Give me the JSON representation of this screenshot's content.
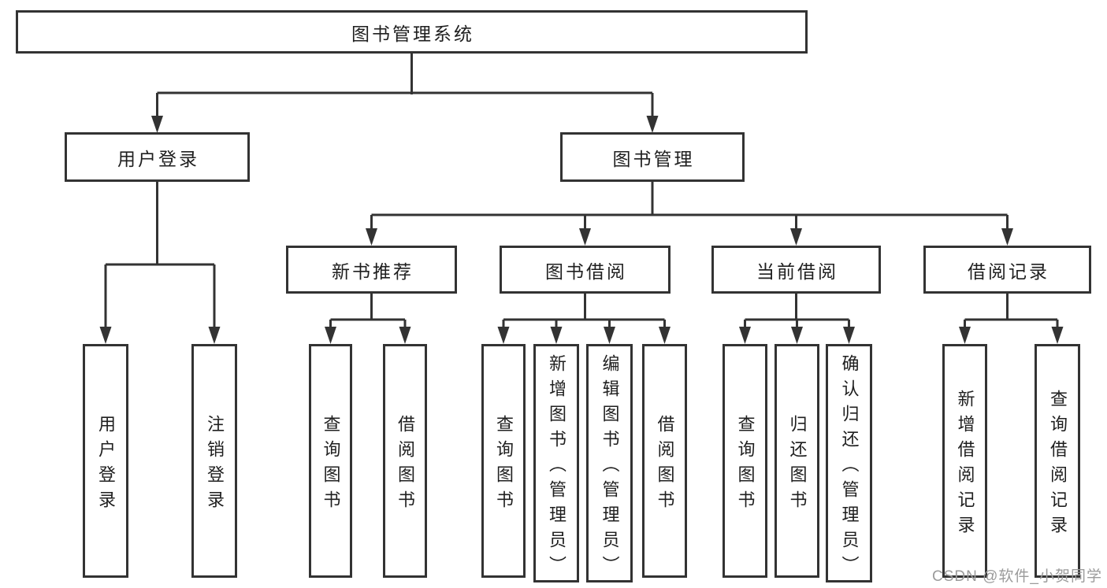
{
  "nodes": {
    "root": "图书管理系统",
    "user_login": "用户登录",
    "book_mgmt": "图书管理",
    "leaf_user_login": "用户登录",
    "leaf_logout": "注销登录",
    "new_book": "新书推荐",
    "borrow": "图书借阅",
    "current": "当前借阅",
    "record": "借阅记录",
    "nb_query": "查询图书",
    "nb_borrow": "借阅图书",
    "bw_query": "查询图书",
    "bw_add": "新增图书（管理员）",
    "bw_edit": "编辑图书（管理员）",
    "bw_borrow": "借阅图书",
    "cu_query": "查询图书",
    "cu_return": "归还图书",
    "cu_confirm": "确认归还（管理员）",
    "rc_add": "新增借阅记录",
    "rc_query": "查询借阅记录"
  },
  "watermark": "CSDN @软件_小贺同学",
  "colors": {
    "line": "#333333",
    "text": "#1f1f1f",
    "box_fill": "#ffffff",
    "background": "#ffffff",
    "watermark": "#9b9b9b"
  }
}
